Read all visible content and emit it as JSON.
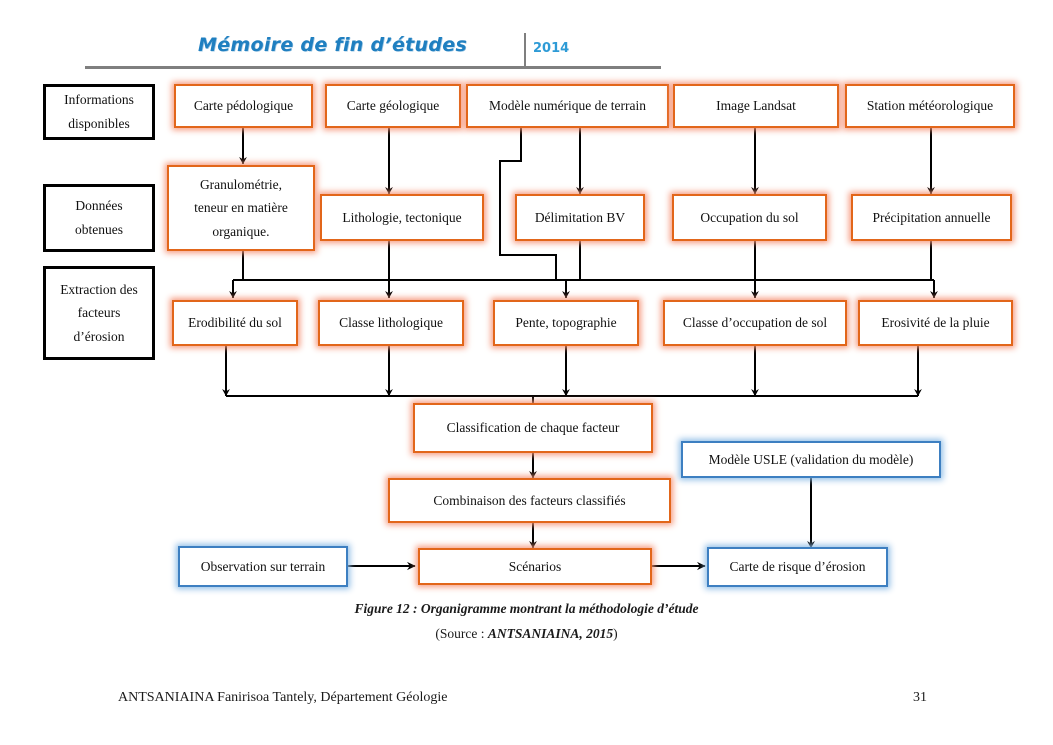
{
  "header": {
    "title": "Mémoire de fin d’études",
    "year": "2014"
  },
  "diagram": {
    "row_labels": [
      {
        "id": "informations-disponibles",
        "text": "Informations\ndisponibles"
      },
      {
        "id": "donnees-obtenues",
        "text": "Données\nobtenues"
      },
      {
        "id": "extraction-facteurs",
        "text": "Extraction des\nfacteurs\nd’érosion"
      }
    ],
    "row1": [
      {
        "id": "carte-pedologique",
        "text": "Carte pédologique"
      },
      {
        "id": "carte-geologique",
        "text": "Carte géologique"
      },
      {
        "id": "modele-numerique-terrain",
        "text": "Modèle numérique de terrain"
      },
      {
        "id": "image-landsat",
        "text": "Image Landsat"
      },
      {
        "id": "station-meteorologique",
        "text": "Station météorologique"
      }
    ],
    "row2": [
      {
        "id": "granulometrie",
        "text": "Granulométrie,\nteneur  en matière\norganique."
      },
      {
        "id": "lithologie-tectonique",
        "text": "Lithologie, tectonique"
      },
      {
        "id": "delimitation-bv",
        "text": "Délimitation BV"
      },
      {
        "id": "occupation-du-sol",
        "text": "Occupation du sol"
      },
      {
        "id": "precipitation-annuelle",
        "text": "Précipitation annuelle"
      }
    ],
    "row3": [
      {
        "id": "erodibilite-du-sol",
        "text": "Erodibilité du sol"
      },
      {
        "id": "classe-lithologique",
        "text": "Classe lithologique"
      },
      {
        "id": "pente-topographie",
        "text": "Pente, topographie"
      },
      {
        "id": "classe-occupation-sol",
        "text": "Classe d’occupation de sol"
      },
      {
        "id": "erosivite-de-la-pluie",
        "text": "Erosivité de la pluie"
      }
    ],
    "row4": [
      {
        "id": "classification-chaque-facteur",
        "text": "Classification de chaque facteur"
      },
      {
        "id": "combinaison-facteurs-classifies",
        "text": "Combinaison des facteurs classifiés"
      },
      {
        "id": "modele-usle",
        "text": "Modèle USLE (validation du modèle)"
      }
    ],
    "row5": [
      {
        "id": "observation-sur-terrain",
        "text": "Observation sur terrain"
      },
      {
        "id": "scenarios",
        "text": "Scénarios"
      },
      {
        "id": "carte-risque-erosion",
        "text": "Carte de risque d’érosion"
      }
    ]
  },
  "caption": {
    "figure": "Figure 12 : Organigramme montrant la méthodologie d’étude",
    "source_prefix": "(Source : ",
    "source_ref": "ANTSANIAINA, 2015",
    "source_suffix": ")"
  },
  "footer": {
    "left": "ANTSANIAINA Fanirisoa Tantely, Département Géologie",
    "page": "31"
  },
  "colors": {
    "orange_border": "#e2661a",
    "orange_glow": "#f69679",
    "blue_border": "#3d7fc1",
    "blue_glow": "#8dbce6",
    "title_blue": "#1f7fc0",
    "rule_gray": "#7f7f7f",
    "wire_black": "#000000"
  }
}
